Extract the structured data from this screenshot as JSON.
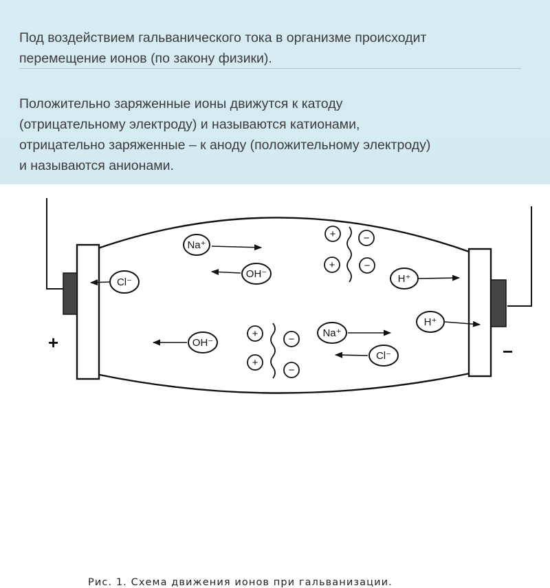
{
  "slide": {
    "paragraph1": [
      "Под воздействием гальванического тока в организме происходит",
      "перемещение ионов (по закону физики)."
    ],
    "paragraph2": [
      "Положительно заряженные ионы движутся к катоду",
      "(отрицательному электроду) и называются катионами,",
      "отрицательно заряженные – к аноду (положительному электроду)",
      "и называются анионами."
    ]
  },
  "figure": {
    "caption": "Рис. 1. Схема движения ионов при гальванизации.",
    "anode_sign": "+",
    "cathode_sign": "−",
    "ions": {
      "na_top": "Na⁺",
      "oh_top": "OH⁻",
      "cl_left": "Cl⁻",
      "h_right": "H⁺",
      "h_right_low": "H⁺",
      "oh_bottom": "OH⁻",
      "na_bottom": "Na⁺",
      "cl_bottom": "Cl⁻"
    },
    "charge_plus": "+",
    "charge_minus": "−"
  }
}
